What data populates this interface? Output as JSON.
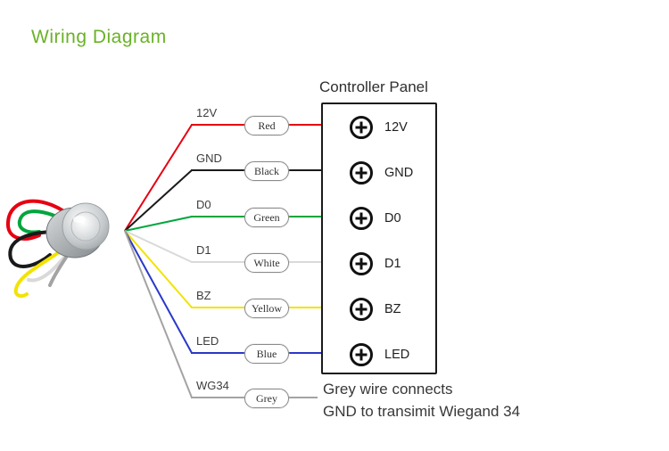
{
  "title": "Wiring Diagram",
  "accent_color": "#6ab226",
  "panel": {
    "title": "Controller Panel",
    "terminals": [
      "12V",
      "GND",
      "D0",
      "D1",
      "BZ",
      "LED"
    ]
  },
  "wires": [
    {
      "signal": "12V",
      "color_name": "Red",
      "color": "#e60012"
    },
    {
      "signal": "GND",
      "color_name": "Black",
      "color": "#1a1a1a"
    },
    {
      "signal": "D0",
      "color_name": "Green",
      "color": "#00a63c"
    },
    {
      "signal": "D1",
      "color_name": "White",
      "color": "#d9d9d9"
    },
    {
      "signal": "BZ",
      "color_name": "Yellow",
      "color": "#f2e300"
    },
    {
      "signal": "LED",
      "color_name": "Blue",
      "color": "#2a38c8"
    },
    {
      "signal": "WG34",
      "color_name": "Grey",
      "color": "#a3a3a3"
    }
  ],
  "note": {
    "line1": "Grey wire connects",
    "line2": "GND to transimit Wiegand 34"
  }
}
